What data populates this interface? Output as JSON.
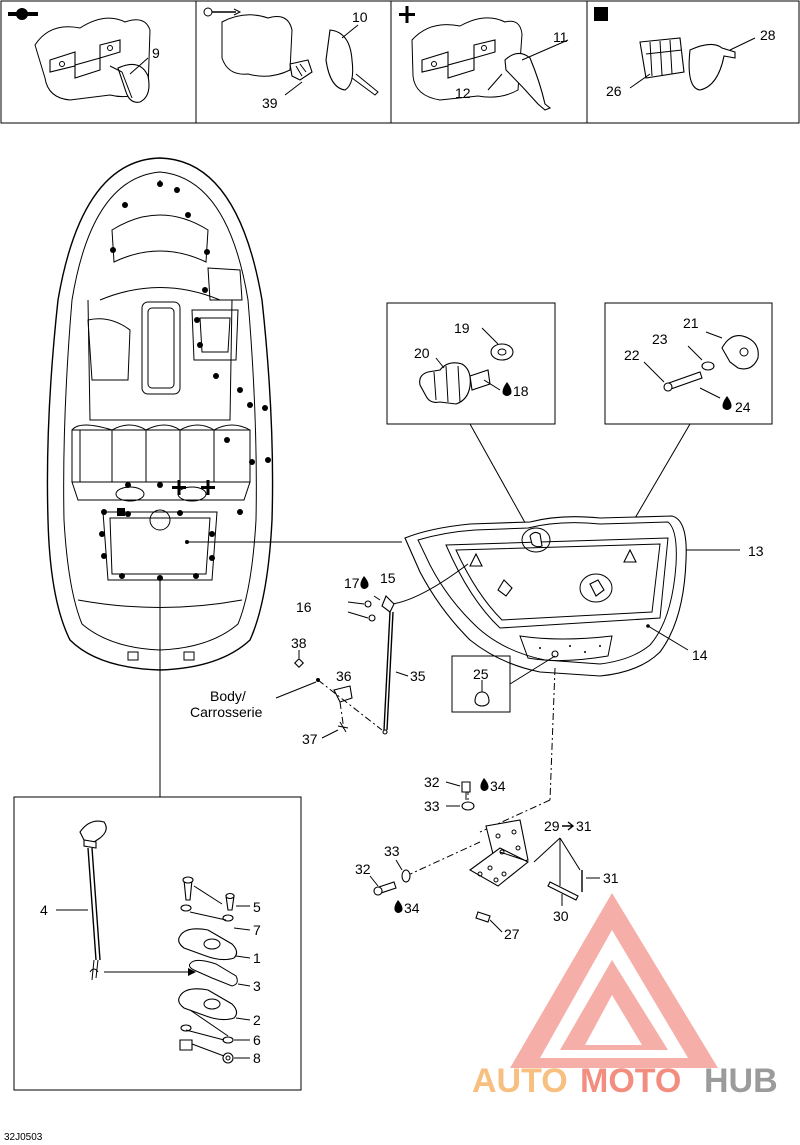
{
  "legend": [
    {
      "symbol": "circle-dash-icon",
      "callouts": [
        "9"
      ]
    },
    {
      "symbol": "pin-icon",
      "callouts": [
        "10",
        "39"
      ]
    },
    {
      "symbol": "plus-icon",
      "callouts": [
        "11",
        "12"
      ]
    },
    {
      "symbol": "square-icon",
      "callouts": [
        "26",
        "28"
      ]
    }
  ],
  "callouts": {
    "c1": "1",
    "c2": "2",
    "c3": "3",
    "c4": "4",
    "c5": "5",
    "c6": "6",
    "c7": "7",
    "c8": "8",
    "c9": "9",
    "c10": "10",
    "c11": "11",
    "c12": "12",
    "c13": "13",
    "c14": "14",
    "c15": "15",
    "c16": "16",
    "c17": "17",
    "c18": "18",
    "c19": "19",
    "c20": "20",
    "c21": "21",
    "c22": "22",
    "c23": "23",
    "c24": "24",
    "c25": "25",
    "c26": "26",
    "c27": "27",
    "c28": "28",
    "c29": "29",
    "c31a": "31",
    "c30": "30",
    "c31": "31",
    "c32a": "32",
    "c32b": "32",
    "c33a": "33",
    "c33b": "33",
    "c34a": "34",
    "c34b": "34",
    "c35": "35",
    "c36": "36",
    "c37": "37",
    "c38": "38",
    "c39": "39"
  },
  "body_label_line1": "Body/",
  "body_label_line2": "Carrosserie",
  "diagram_code": "32J0503",
  "watermark": {
    "part1": "AUTO",
    "part2": "MOTO",
    "part3": "HUB",
    "color_primary": "#f07a6a",
    "color_secondary": "#f6b56a",
    "color_dark": "#9a9a9a"
  }
}
